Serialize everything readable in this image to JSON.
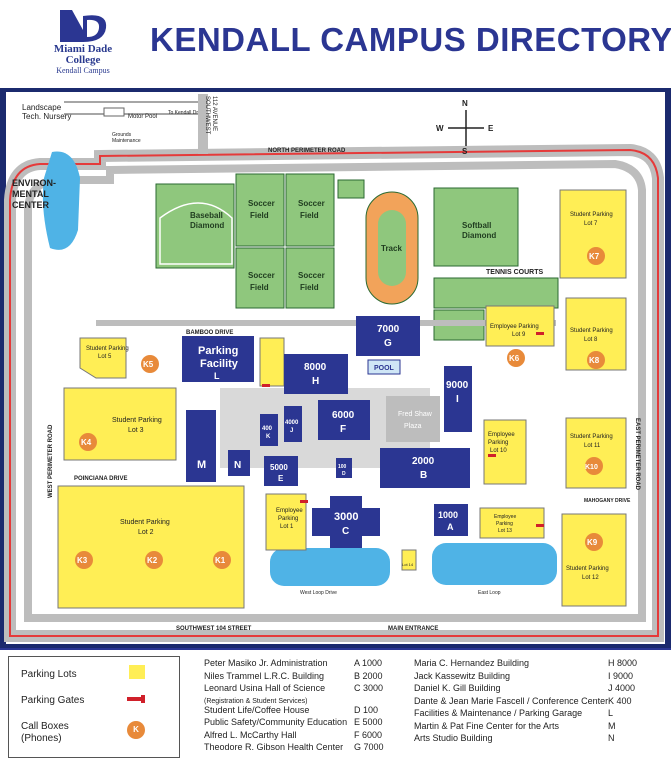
{
  "header": {
    "title": "KENDALL CAMPUS DIRECTORY",
    "logo_line1": "Miami Dade",
    "logo_line2": "College",
    "logo_line3": "Kendall Campus"
  },
  "map": {
    "compass": {
      "n": "N",
      "s": "S",
      "e": "E",
      "w": "W"
    },
    "roads": {
      "north_perimeter": "NORTH PERIMETER ROAD",
      "sw112_a": "SOUTHWEST",
      "sw112_b": "112 AVENUE",
      "west_perimeter": "WEST PERIMETER ROAD",
      "east_perimeter": "EAST PERIMETER ROAD",
      "bamboo": "BAMBOO DRIVE",
      "poinciana": "POINCIANA DRIVE",
      "mahogany": "MAHOGANY DRIVE",
      "sw104": "SOUTHWEST 104 STREET",
      "main_entrance": "MAIN ENTRANCE",
      "west_loop": "West Loop Drive",
      "east_loop": "East Loop",
      "motor_pool": "Motor Pool",
      "to_kendall": "To Kendall Dr.",
      "grounds_a": "Grounds",
      "grounds_b": "Maintenance"
    },
    "areas": {
      "landscape_a": "Landscape",
      "landscape_b": "Tech. Nursery",
      "enviro_a": "ENVIRON-",
      "enviro_b": "MENTAL",
      "enviro_c": "CENTER",
      "baseball_a": "Baseball",
      "baseball_b": "Diamond",
      "soccer_a": "Soccer",
      "soccer_b": "Field",
      "track": "Track",
      "softball_a": "Softball",
      "softball_b": "Diamond",
      "tennis": "TENNIS COURTS",
      "pool": "POOL",
      "plaza_a": "Fred Shaw",
      "plaza_b": "Plaza"
    },
    "buildings": {
      "g_num": "7000",
      "g_let": "G",
      "h_num": "8000",
      "h_let": "H",
      "i_num": "9000",
      "i_let": "I",
      "f_num": "6000",
      "f_let": "F",
      "k_num": "400",
      "k_let": "K",
      "j_num": "4000",
      "j_let": "J",
      "e_num": "5000",
      "e_let": "E",
      "d_num": "100",
      "d_let": "D",
      "b_num": "2000",
      "b_let": "B",
      "a_num": "1000",
      "a_let": "A",
      "c_num": "3000",
      "c_let": "C",
      "m_let": "M",
      "n_let": "N",
      "l_a": "Parking",
      "l_b": "Facility",
      "l_let": "L"
    },
    "lots": {
      "lot7_a": "Student Parking",
      "lot7_b": "Lot 7",
      "lot8_a": "Student Parking",
      "lot8_b": "Lot 8",
      "lot9_a": "Employee Parking",
      "lot9_b": "Lot 9",
      "lot10_a": "Employee",
      "lot10_b": "Parking",
      "lot10_c": "Lot 10",
      "lot11_a": "Student Parking",
      "lot11_b": "Lot 11",
      "lot12_a": "Student Parking",
      "lot12_b": "Lot 12",
      "lot13_a": "Employee",
      "lot13_b": "Parking",
      "lot13_c": "Lot 13",
      "lot14": "Lot 14",
      "lot1_a": "Employee",
      "lot1_b": "Parking",
      "lot1_c": "Lot 1",
      "lot2_a": "Student Parking",
      "lot2_b": "Lot 2",
      "lot3_a": "Student Parking",
      "lot3_b": "Lot 3",
      "lot5_a": "Student Parking",
      "lot5_b": "Lot 5"
    },
    "callboxes": [
      "K1",
      "K2",
      "K3",
      "K4",
      "K5",
      "K6",
      "K7",
      "K8",
      "K9",
      "K10"
    ]
  },
  "legend": {
    "parking_lots": "Parking Lots",
    "parking_gates": "Parking Gates",
    "call_boxes_a": "Call Boxes",
    "call_boxes_b": "(Phones)",
    "callbox_symbol": "K",
    "colors": {
      "lot": "#ffee55",
      "gate": "#d0202a",
      "callbox": "#e88a3a",
      "building": "#2b3692",
      "grass": "#8fc77d",
      "water": "#4fb3e6"
    }
  },
  "directory_left": [
    {
      "name": "Peter Masiko Jr. Administration",
      "code": "A  1000"
    },
    {
      "name": "Niles Trammel L.R.C. Building",
      "code": "B  2000"
    },
    {
      "name": "Leonard Usina Hall of Science",
      "code": "C  3000"
    },
    {
      "name": "(Registration & Student Services)",
      "code": ""
    },
    {
      "name": "Student Life/Coffee House",
      "code": "D  100"
    },
    {
      "name": "Public Safety/Community Education",
      "code": "E  5000"
    },
    {
      "name": "Alfred L. McCarthy Hall",
      "code": "F  6000"
    },
    {
      "name": "Theodore R. Gibson Health Center",
      "code": "G  7000"
    }
  ],
  "directory_right": [
    {
      "name": "Maria C. Hernandez Building",
      "code": "H 8000"
    },
    {
      "name": "Jack Kassewitz Building",
      "code": "I  9000"
    },
    {
      "name": "Daniel K. Gill Building",
      "code": "J  4000"
    },
    {
      "name": "Dante & Jean Marie Fascell / Conference Center",
      "code": "K  400"
    },
    {
      "name": "Facilities & Maintenance / Parking Garage",
      "code": "L"
    },
    {
      "name": "Martin & Pat Fine Center for the Arts",
      "code": "M"
    },
    {
      "name": "Arts Studio Building",
      "code": "N"
    }
  ]
}
